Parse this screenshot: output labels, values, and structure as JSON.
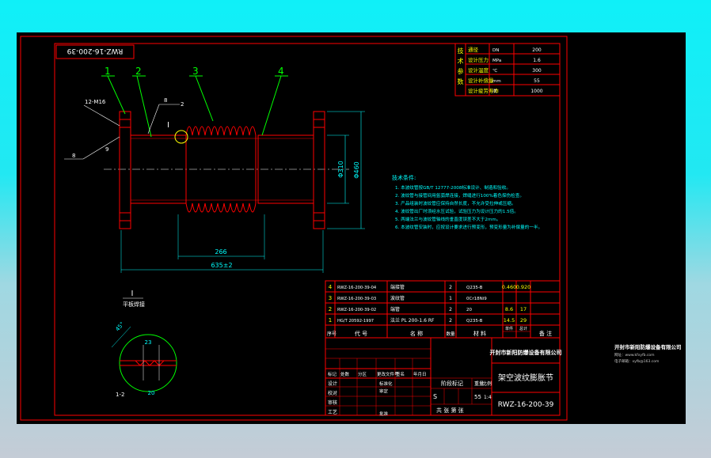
{
  "drawing": {
    "code_top": "RWZ-16-200-39",
    "part_numbers": [
      "1",
      "2",
      "3",
      "4"
    ],
    "weld_labels": {
      "bolt": "12-M16",
      "weld_2": "2",
      "weld_8": "8",
      "weld_9": "9",
      "weld_8b": "8"
    },
    "dims": {
      "d_inner": "Φ310",
      "d_outer": "Φ460",
      "length_mid": "266",
      "length_total": "635±2"
    },
    "detail": {
      "mark": "I",
      "caption": "平板焊接",
      "angle": "45°",
      "dim_top": "23",
      "dim_bottom": "20",
      "section": "1-2"
    }
  },
  "tech_params": {
    "side_title": "技术参数",
    "rows": [
      {
        "name": "通径",
        "unit": "DN",
        "value": "200"
      },
      {
        "name": "设计压力",
        "unit": "MPa",
        "value": "1.6"
      },
      {
        "name": "设计温度",
        "unit": "℃",
        "value": "300"
      },
      {
        "name": "设计补偿量",
        "unit": "mm",
        "value": "55"
      },
      {
        "name": "设计疲劳寿命",
        "unit": "次",
        "value": "1000"
      }
    ]
  },
  "requirements": {
    "title": "技术条件:",
    "lines": [
      "1. 本波纹管按GB/T 12777-2008标准设计、制造和验收。",
      "2. 波纹管与接管间用氩弧焊连接，焊缝进行100%着色探伤检查。",
      "3. 产品组装时波纹管应保持自然长度，不允许受拉伸或压缩。",
      "4. 波纹管出厂时须经水压试验，试验压力为设计压力的1.5倍。",
      "5. 两端法兰与波纹管轴线的垂直度误差不大于2mm。",
      "6. 本波纹管安装时，应按设计要求进行预变形，预变形量为补偿量的一半。"
    ]
  },
  "parts_list": {
    "rows": [
      {
        "no": "4",
        "code": "RWZ-16-200-39-04",
        "name": "端接管",
        "qty": "2",
        "material": "Q235-B",
        "unit_wt": "0.460",
        "total": "0.920"
      },
      {
        "no": "3",
        "code": "RWZ-16-200-39-03",
        "name": "波纹管",
        "qty": "1",
        "material": "0Cr18Ni9",
        "unit_wt": "",
        "total": ""
      },
      {
        "no": "2",
        "code": "RWZ-16-200-39-02",
        "name": "端管",
        "qty": "2",
        "material": "20",
        "unit_wt": "8.6",
        "total": "17"
      },
      {
        "no": "1",
        "code": "HG/T 20592-1997",
        "name": "法兰 PL 200-1.6 RF",
        "qty": "2",
        "material": "Q235-B",
        "unit_wt": "14.5",
        "total": "29"
      }
    ],
    "header": {
      "no": "序号",
      "code": "代 号",
      "name": "名 称",
      "qty": "数量",
      "material": "材 料",
      "wt_single": "单件",
      "wt_total": "总计",
      "note": "备 注"
    }
  },
  "title_block": {
    "company": "开封市新阳防爆设备有限公司",
    "product": "架空波纹膨胀节",
    "drawing_no": "RWZ-16-200-39",
    "rev_row": [
      "标记",
      "处数",
      "分区",
      "更改文件号",
      "签名",
      "年月日"
    ],
    "roles_left": [
      "设计",
      "校对",
      "审核",
      "工艺"
    ],
    "roles_right": [
      "标准化",
      "审定",
      "",
      "",
      "批准"
    ],
    "stage_label": "阶段标记",
    "weight_label": "重量",
    "scale_label": "比例",
    "stage": "S",
    "weight": "55",
    "scale": "1:4",
    "sheets": "共  张   第  张"
  },
  "side_note": {
    "company": "开封市新阳防爆设备有限公司",
    "line1": "网址：www.kfxyfb.com",
    "line2": "电子邮箱：xyfb@163.com"
  },
  "colors": {
    "sheet": "#000000",
    "frame": "#ff0000",
    "dim": "#00ffff",
    "body": "#ff0000",
    "leader": "#00ff00",
    "text": "#ffffff"
  }
}
